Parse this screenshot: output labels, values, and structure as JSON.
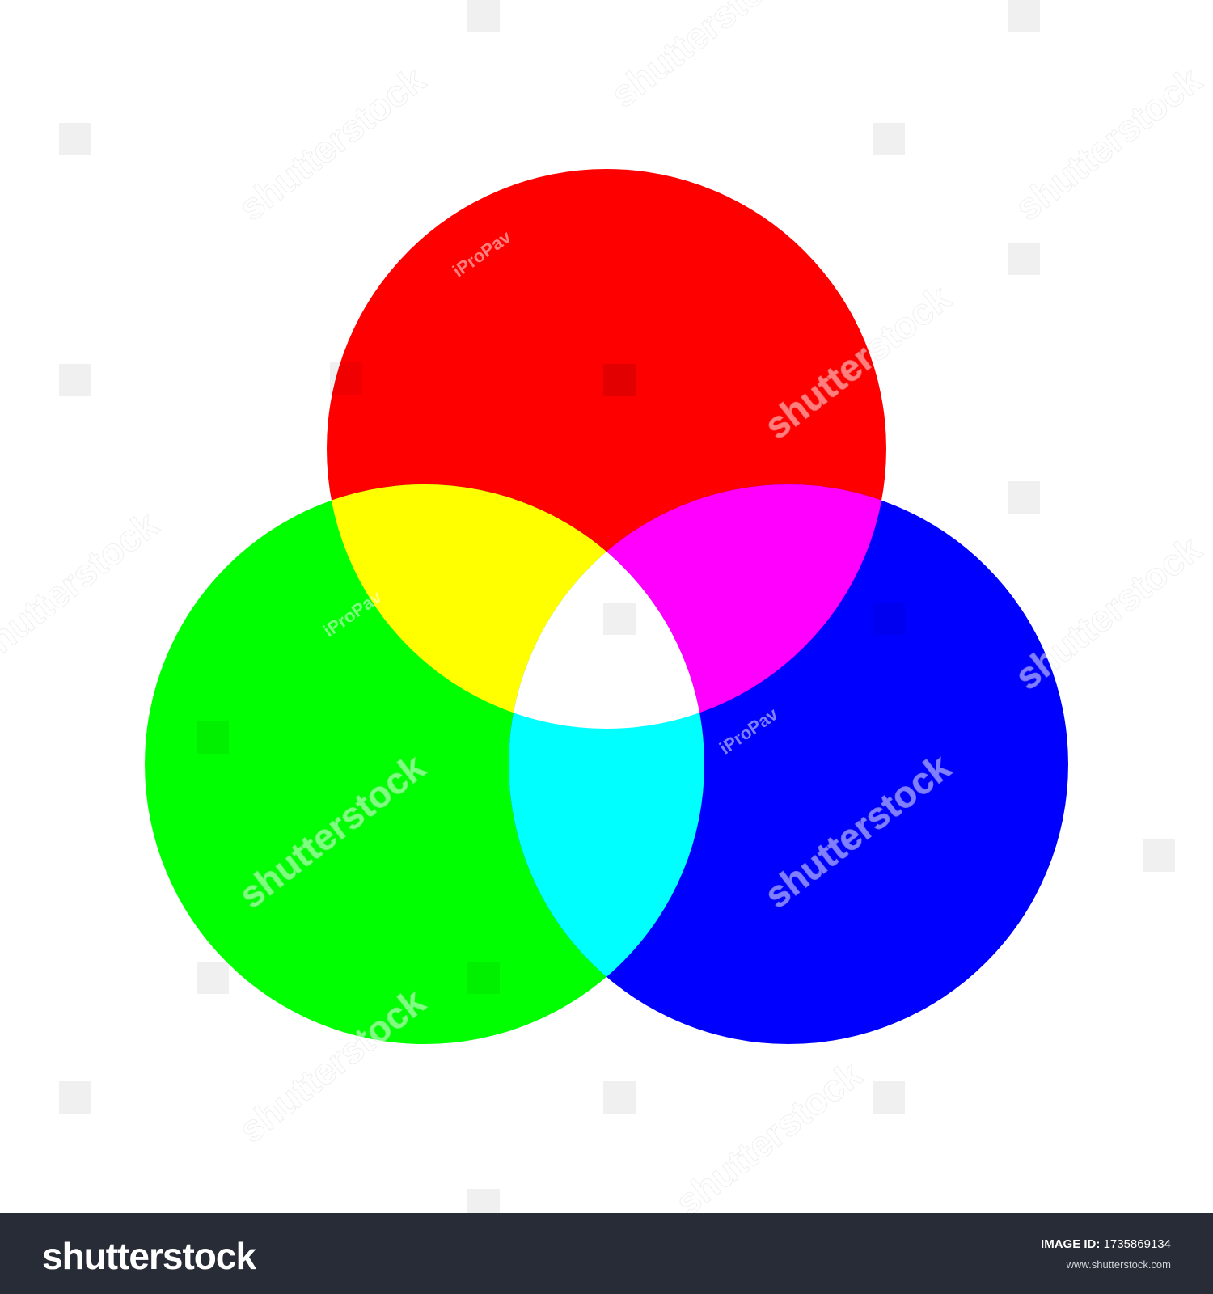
{
  "diagram": {
    "colors": {
      "red": "#ff0000",
      "green": "#00ff00",
      "blue": "#0000ff",
      "yellow": "#ffff00",
      "magenta": "#ff00ff",
      "cyan": "#00ffff",
      "white": "#ffffff"
    }
  },
  "watermarks": {
    "brand": "shutterstock",
    "author": "iProPav"
  },
  "footer": {
    "logo": "shutterstock",
    "image_id_label": "IMAGE ID:",
    "image_id": "1735869134",
    "url": "www.shutterstock.com"
  }
}
